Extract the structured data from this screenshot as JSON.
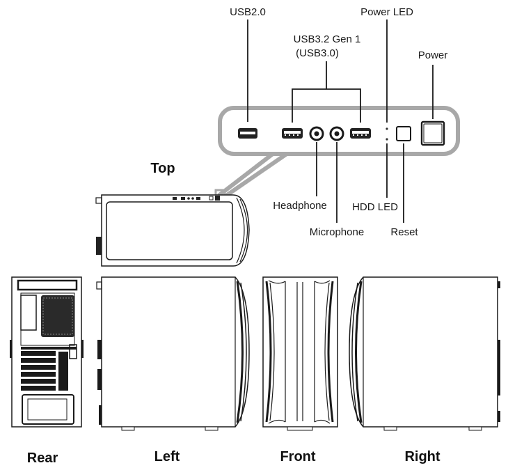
{
  "io_labels": {
    "usb20": "USB2.0",
    "usb32_line1": "USB3.2 Gen 1",
    "usb32_line2": "(USB3.0)",
    "power_led": "Power LED",
    "power": "Power",
    "headphone": "Headphone",
    "hdd_led": "HDD LED",
    "microphone": "Microphone",
    "reset": "Reset"
  },
  "views": {
    "top": "Top",
    "rear": "Rear",
    "left": "Left",
    "front": "Front",
    "right": "Right"
  }
}
